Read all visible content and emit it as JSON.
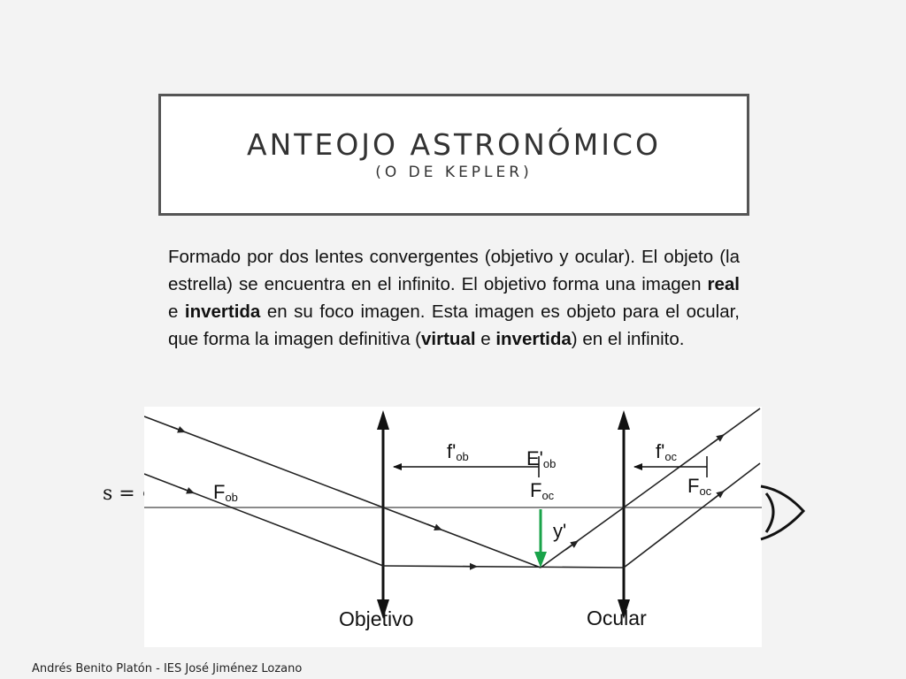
{
  "slide": {
    "title": "ANTEOJO ASTRONÓMICO",
    "subtitle": "(O DE KEPLER)",
    "paragraph": {
      "t1": "Formado por dos lentes convergentes (objetivo y ocular). El objeto (la estrella) se encuentra en el infinito. El objetivo forma una imagen ",
      "b1": "real",
      "t2": " e ",
      "b2": "invertida",
      "t3": " en su foco imagen. Esta imagen es objeto para el ocular, que forma la imagen definitiva (",
      "b3": "virtual",
      "t4": " e ",
      "b4": "invertida",
      "t5": ") en el infinito."
    },
    "object_distance": "s = ∞",
    "footer": "Andrés Benito Platón - IES José Jiménez Lozano"
  },
  "diagram": {
    "label_f_ob_main": "F",
    "label_f_ob_sub": "ob",
    "label_fprime_ob_main": "f'",
    "label_fprime_ob_sub": "ob",
    "label_eprime_ob_main": "E'",
    "label_eprime_ob_sub": "ob",
    "label_f_oc_mid_main": "F",
    "label_f_oc_mid_sub": "oc",
    "label_fprime_oc_main": "f'",
    "label_fprime_oc_sub": "oc",
    "label_f_oc_right_main": "F",
    "label_f_oc_right_sub": "oc",
    "label_yprime": "y'",
    "label_objetivo": "Objetivo",
    "label_ocular": "Ocular",
    "colors": {
      "axis": "#8a8a8a",
      "rays": "#222222",
      "lens": "#111111",
      "image": "#1aa34a"
    }
  }
}
